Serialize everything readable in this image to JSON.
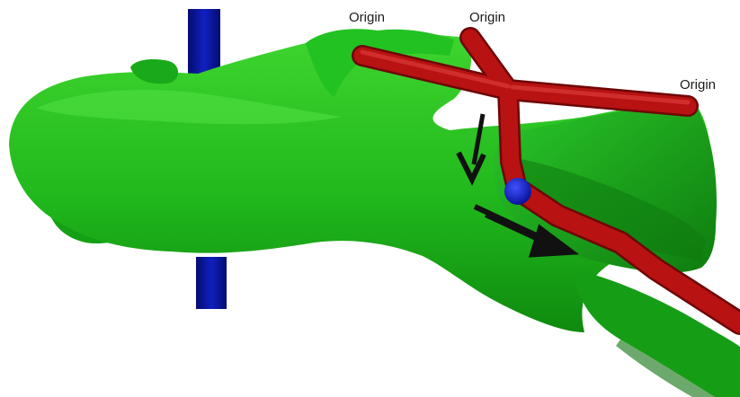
{
  "figure": {
    "labels": [
      {
        "text": "Origin"
      },
      {
        "text": "Origin"
      },
      {
        "text": "Origin"
      }
    ]
  },
  "colors": {
    "bone": "#1fbf1f",
    "bone_dark": "#118a11",
    "bone_light": "#4fdc3f",
    "muscle_path": "#b01010",
    "muscle_path_dark": "#6e0606",
    "joint_axis": "#0a14a8",
    "joint_center": "#1224c8",
    "force_arrows": "#111111",
    "background": "#ffffff"
  }
}
